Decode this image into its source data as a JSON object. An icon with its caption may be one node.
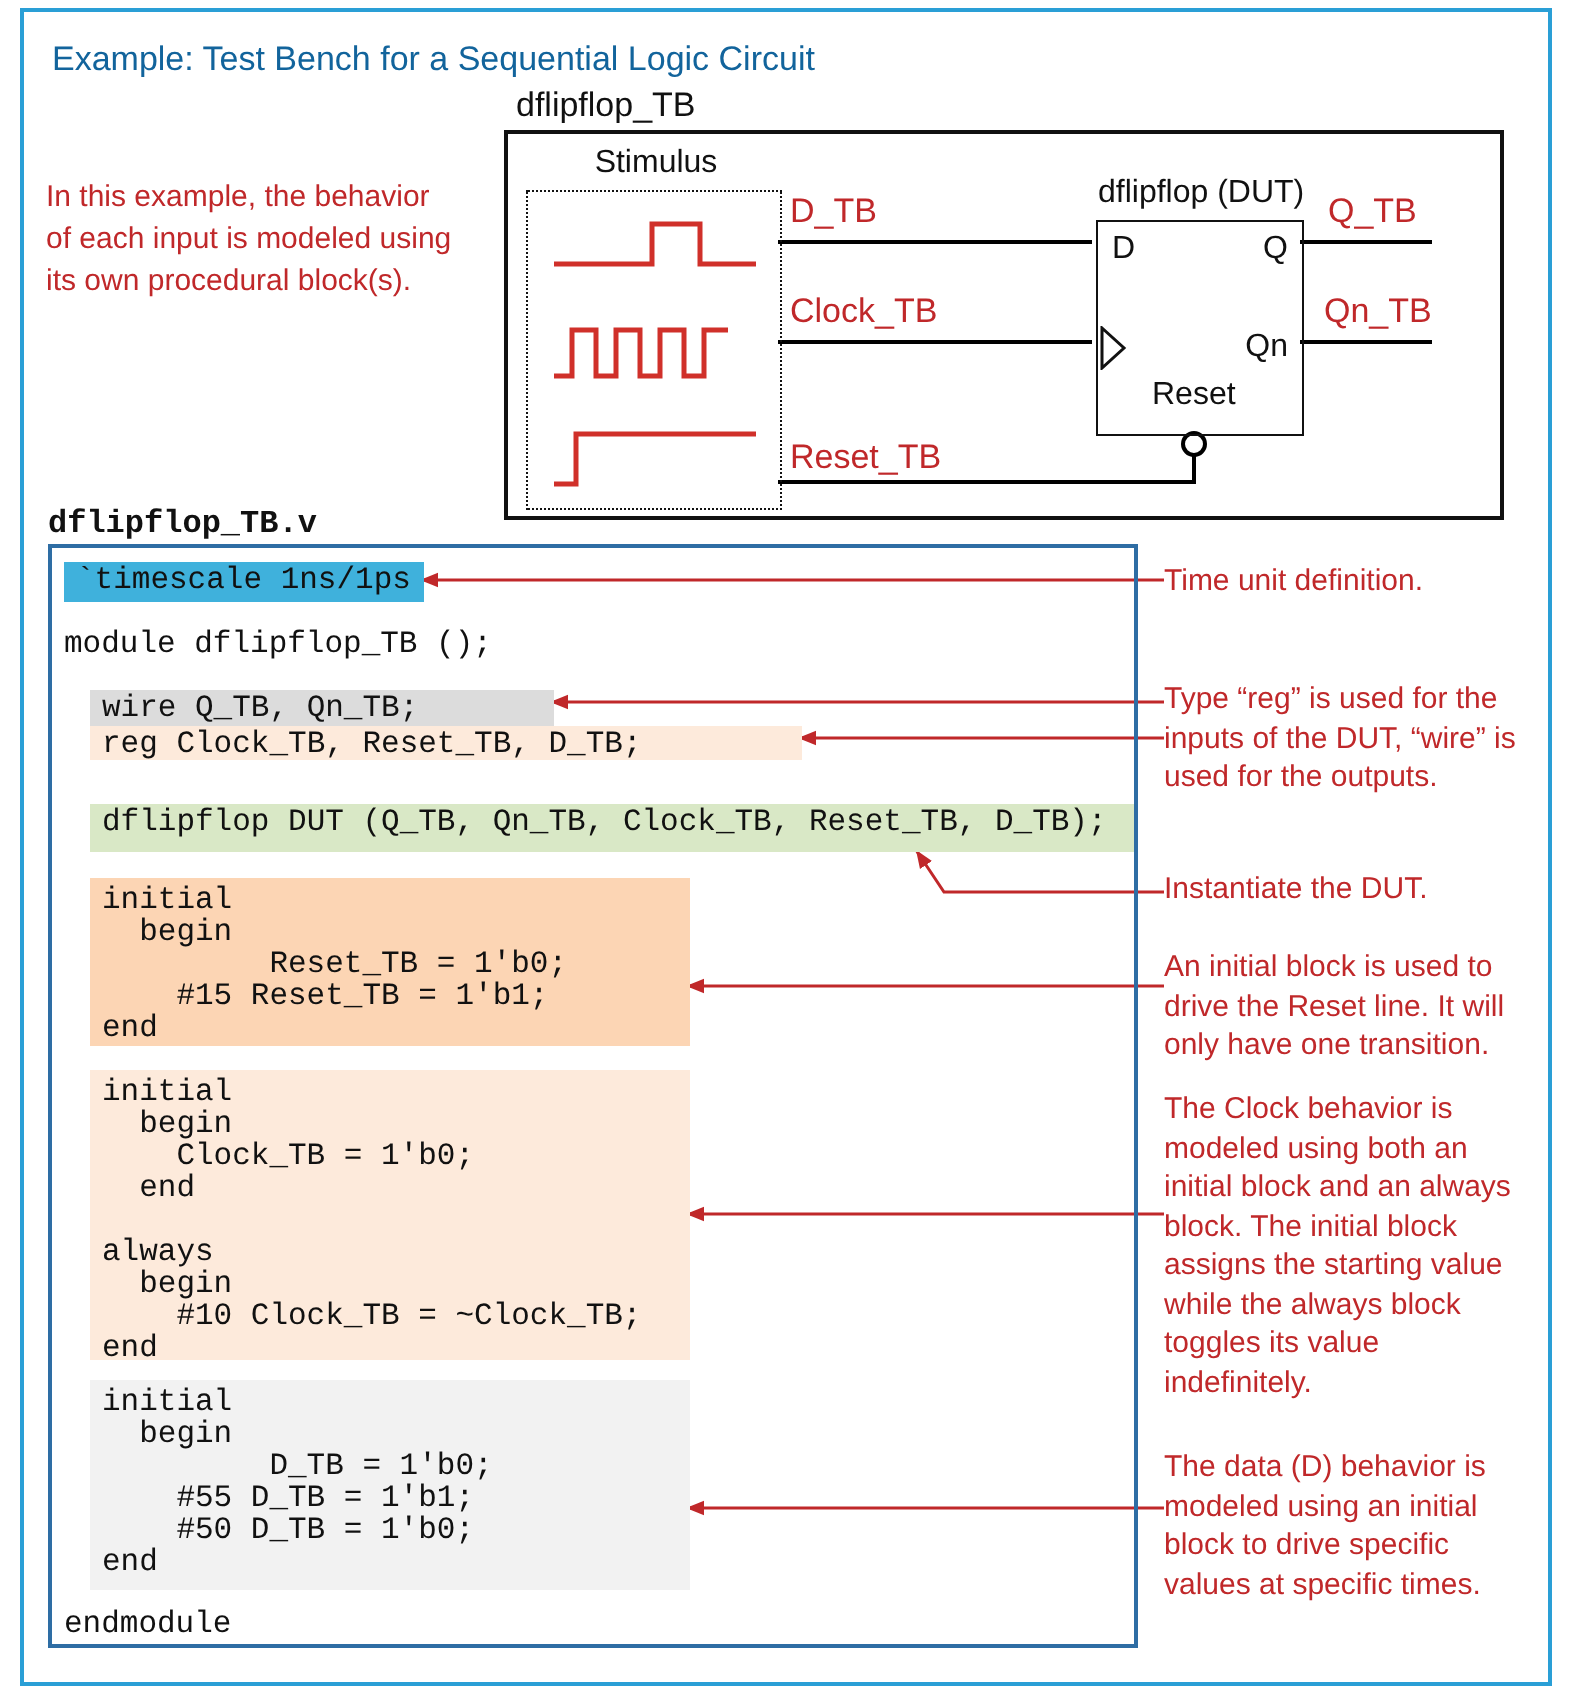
{
  "diagram": {
    "title": "Example: Test Bench for a Sequential Logic Circuit",
    "nodes": [
      {
        "text": [
          "dflipflop_TB"
        ]
      },
      {
        "text": [
          "Stimulus"
        ],
        "in": 0
      },
      {
        "text": [
          "dflipflop (DUT)",
          "D",
          "Q",
          "Qn",
          "Reset"
        ],
        "in": 0
      },
      {
        "text": [
          "dflipflop_TB.v"
        ]
      },
      {
        "text": [
          "`timescale 1ns/1ps"
        ],
        "in": 3
      },
      {
        "text": [
          "wire Q_TB, Qn_TB;"
        ],
        "in": 3
      },
      {
        "text": [
          "reg Clock_TB, Reset_TB, D_TB;"
        ],
        "in": 3
      },
      {
        "text": [
          "dflipflop DUT (Q_TB, Qn_TB, Clock_TB, Reset_TB, D_TB);"
        ],
        "in": 3
      },
      {
        "text": [
          "initial",
          "begin",
          "Reset_TB = 1'b0;",
          "#15 Reset_TB = 1'b1;",
          "end"
        ],
        "in": 3
      },
      {
        "text": [
          "initial",
          "begin",
          "Clock_TB = 1'b0;",
          "end",
          "always",
          "begin",
          "#10 Clock_TB = ~Clock_TB;",
          "end"
        ],
        "in": 3
      },
      {
        "text": [
          "initial",
          "begin",
          "D_TB = 1'b0;",
          "#55 D_TB = 1'b1;",
          "#50 D_TB = 1'b0;",
          "end"
        ],
        "in": 3
      },
      {
        "text": [
          "Time unit definition."
        ]
      },
      {
        "text": [
          "Type “reg” is used for the inputs of the DUT, “wire” is used for the outputs."
        ]
      },
      {
        "text": [
          "Instantiate the DUT."
        ]
      },
      {
        "text": [
          "An initial block is used to drive the Reset line. It will only have one transition."
        ]
      },
      {
        "text": [
          "The Clock behavior is modeled using both an initial block and an always block. The initial block assigns the starting value while the always block toggles its value indefinitely."
        ]
      },
      {
        "text": [
          "The data (D) behavior is modeled using an initial block to drive specific values at specific times."
        ]
      }
    ],
    "edges": [
      {
        "from": 1,
        "to": 2,
        "arrow": "none",
        "label": "D_TB",
        "color": "#000000"
      },
      {
        "from": 1,
        "to": 2,
        "arrow": "none",
        "label": "Clock_TB",
        "color": "#000000"
      },
      {
        "from": 1,
        "to": 2,
        "arrow": "other",
        "label": "Reset_TB",
        "color": "#000000"
      },
      {
        "from": 2,
        "to": null,
        "arrow": "none",
        "label": "Q_TB",
        "color": "#000000"
      },
      {
        "from": 2,
        "to": null,
        "arrow": "none",
        "label": "Qn_TB",
        "color": "#000000"
      },
      {
        "from": 11,
        "to": 4,
        "arrow": "to"
      },
      {
        "from": 12,
        "to": 5,
        "arrow": "to"
      },
      {
        "from": 12,
        "to": 6,
        "arrow": "to"
      },
      {
        "from": 13,
        "to": 7,
        "arrow": "to"
      },
      {
        "from": 14,
        "to": 8,
        "arrow": "to"
      },
      {
        "from": 15,
        "to": 9,
        "arrow": "to"
      },
      {
        "from": 16,
        "to": 10,
        "arrow": "to"
      }
    ],
    "labels": [
      "In this example, the behavior of each input is modeled using its own procedural block(s).",
      "module dflipflop_TB ();",
      "endmodule"
    ]
  }
}
